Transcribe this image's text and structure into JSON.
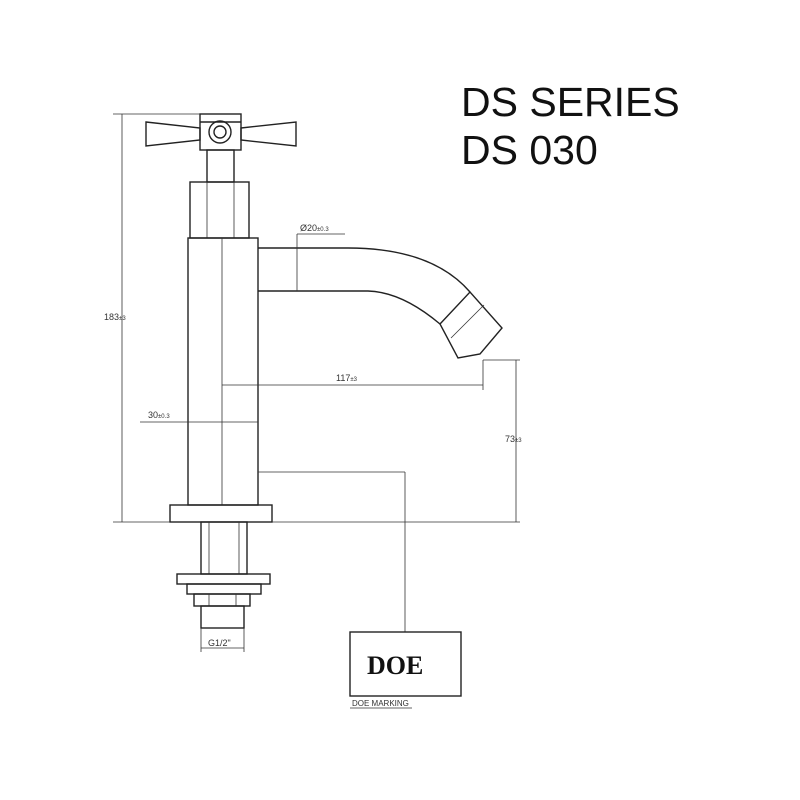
{
  "title": {
    "series": "DS SERIES",
    "model": "DS 030"
  },
  "dimensions": {
    "total_height": {
      "value": "183",
      "tolerance": "±3"
    },
    "spout_diameter": {
      "value": "Ø20",
      "tolerance": "±0.3"
    },
    "spout_reach": {
      "value": "117",
      "tolerance": "±3"
    },
    "body_diameter": {
      "value": "30",
      "tolerance": "±0.3"
    },
    "spout_height": {
      "value": "73",
      "tolerance": "±3"
    },
    "thread": {
      "value": "G1/2\""
    }
  },
  "marking": {
    "logo_text": "DOE",
    "caption": "DOE MARKING"
  },
  "colors": {
    "line": "#222222",
    "background": "#ffffff"
  }
}
